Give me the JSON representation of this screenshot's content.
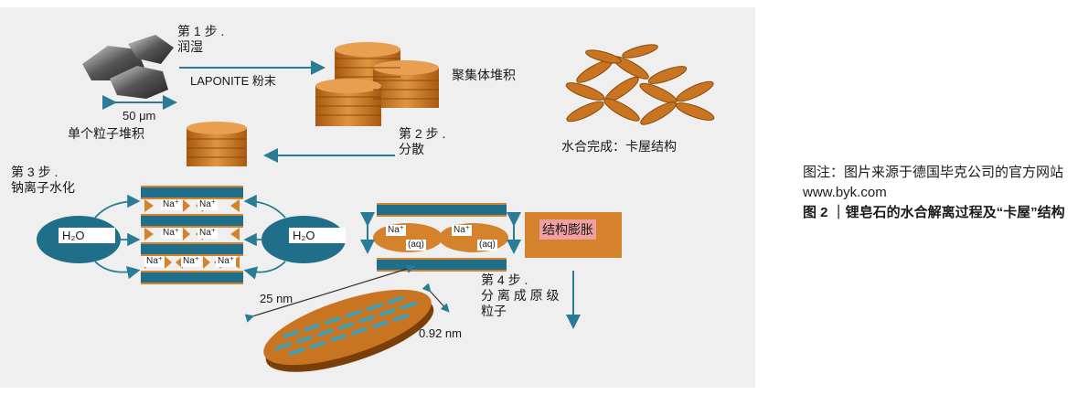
{
  "figure": {
    "step1": "第 1 步 .\n润湿",
    "laponite_powder": "LAPONITE 粉末",
    "aggregate_stack": "聚集体堆积",
    "size_50um": "50 μm",
    "single_particle_stack": "单个粒子堆积",
    "step2": "第 2 步 .\n分散",
    "hydration_complete": "水合完成：卡屋结构",
    "step3": "第 3 步 .\n钠离子水化",
    "water": "H₂O",
    "sodium_ion": "Na⁺",
    "aq": "(aq)",
    "swelling": "结构膨胀",
    "step4": "第 4 步 .\n分 离 成 原 级\n粒子",
    "size_25nm": "25 nm",
    "size_092nm": "0.92 nm"
  },
  "caption": {
    "note": "图注：图片来源于德国毕克公司的官方网站 www.byk.com",
    "title": "图 2 ｜锂皂石的水合解离过程及“卡屋”结构"
  },
  "colors": {
    "orange": "#d4822c",
    "teal": "#1f6f8b",
    "panel": "#efefef"
  }
}
